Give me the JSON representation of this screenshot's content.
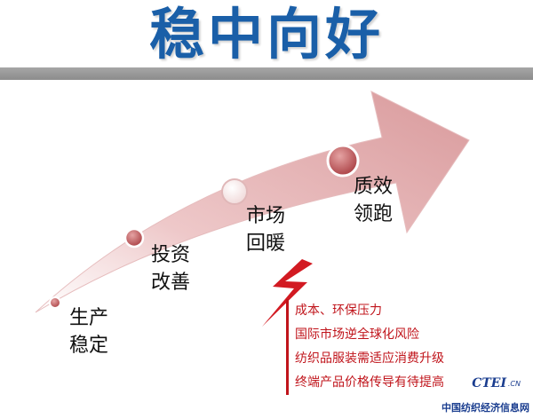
{
  "title": "稳中向好",
  "stages": [
    {
      "line1": "生产",
      "line2": "稳定"
    },
    {
      "line1": "投资",
      "line2": "改善"
    },
    {
      "line1": "市场",
      "line2": "回暖"
    },
    {
      "line1": "质效",
      "line2": "领跑"
    }
  ],
  "notes": [
    "成本、环保压力",
    "国际市场逆全球化风险",
    "纺织品服装需适应消费升级",
    "终端产品价格传导有待提高"
  ],
  "logo": {
    "mark": "CTEI",
    "suffix": ".CN",
    "name": "中国纺织经济信息网"
  },
  "colors": {
    "title": "#1a5fa8",
    "arrow_light": "#f4dcdc",
    "arrow_dark": "#dca3a5",
    "note_red": "#c0141b",
    "logo_blue": "#1a3d8f"
  }
}
